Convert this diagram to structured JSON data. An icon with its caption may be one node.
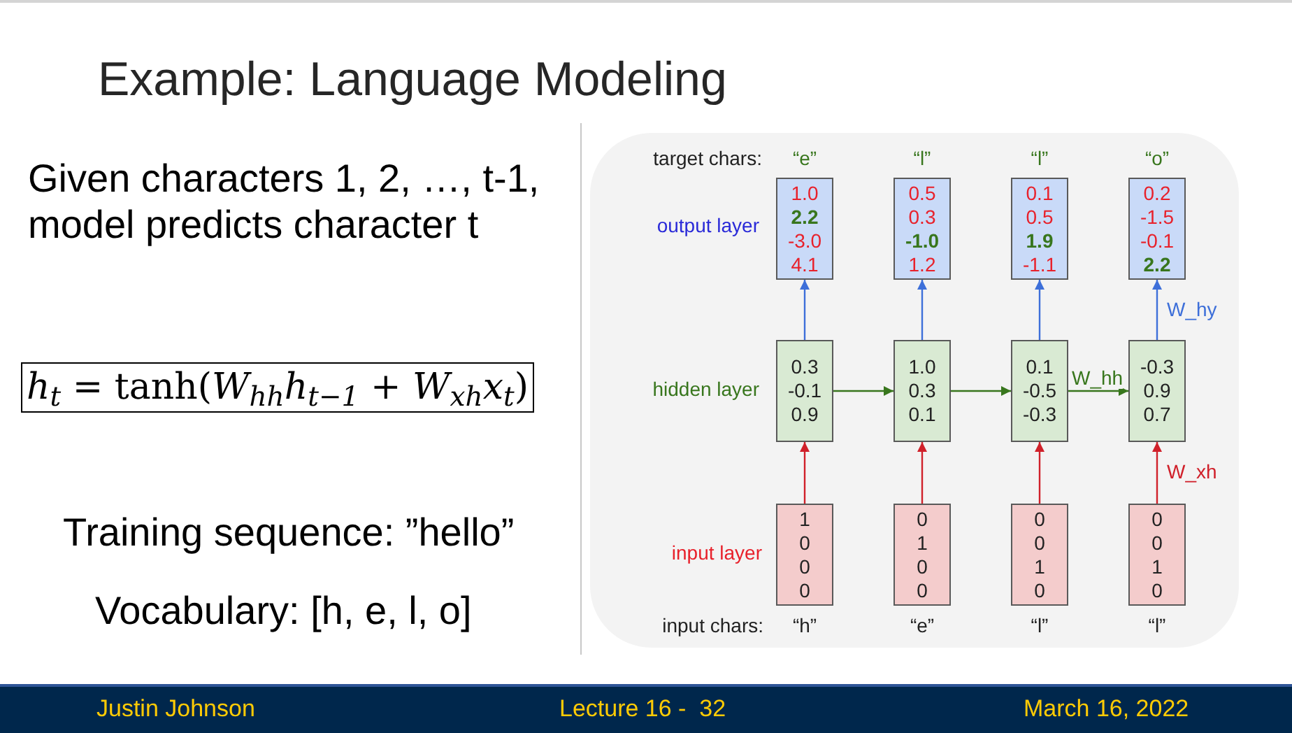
{
  "diagram": {
    "title": "Example: Language Modeling",
    "nodes": [
      {
        "text": [
          "*h*$_{t}$ = tanh(*W*$_{hh}$*h*$_{t−1}$ + *W*$_{xh}$*x*$_{t}$)"
        ]
      },
      {
        "text": [
          "target chars:",
          "output layer",
          "hidden layer",
          "input layer",
          "input chars:"
        ]
      },
      {
        "text": [
          "1.0 **2.2** -3.0 4.1"
        ],
        "in": 1,
        "beside": [
          "“e”"
        ]
      },
      {
        "text": [
          "0.5 0.3 **-1.0** 1.2"
        ],
        "in": 1,
        "beside": [
          "“l”"
        ]
      },
      {
        "text": [
          "0.1 0.5 **1.9** -1.1"
        ],
        "in": 1,
        "beside": [
          "“l”"
        ]
      },
      {
        "text": [
          "0.2 -1.5 -0.1 **2.2**"
        ],
        "in": 1,
        "beside": [
          "“o”"
        ]
      },
      {
        "text": [
          "0.3 -0.1 0.9"
        ],
        "in": 1
      },
      {
        "text": [
          "1.0 0.3 0.1"
        ],
        "in": 1
      },
      {
        "text": [
          "0.1 -0.5 -0.3"
        ],
        "in": 1
      },
      {
        "text": [
          "-0.3 0.9 0.7"
        ],
        "in": 1
      },
      {
        "text": [
          "1 0 0 0"
        ],
        "in": 1,
        "beside": [
          "“h”"
        ]
      },
      {
        "text": [
          "0 1 0 0"
        ],
        "in": 1,
        "beside": [
          "“e”"
        ]
      },
      {
        "text": [
          "0 0 1 0"
        ],
        "in": 1,
        "beside": [
          "“l”"
        ]
      },
      {
        "text": [
          "0 0 1 0"
        ],
        "in": 1,
        "beside": [
          "“l”"
        ]
      }
    ],
    "edges": [
      {
        "from": 6,
        "to": 2,
        "arrow": "to",
        "color": "#3d6fd9"
      },
      {
        "from": 7,
        "to": 3,
        "arrow": "to",
        "color": "#3d6fd9"
      },
      {
        "from": 8,
        "to": 4,
        "arrow": "to",
        "color": "#3d6fd9"
      },
      {
        "from": 9,
        "to": 5,
        "arrow": "to",
        "color": "#3d6fd9",
        "label": "W_hy"
      },
      {
        "from": 6,
        "to": 7,
        "arrow": "to",
        "color": "#38761d"
      },
      {
        "from": 7,
        "to": 8,
        "arrow": "to",
        "color": "#38761d"
      },
      {
        "from": 8,
        "to": 9,
        "arrow": "to",
        "color": "#38761d",
        "label": "W_hh"
      },
      {
        "from": 10,
        "to": 6,
        "arrow": "to",
        "color": "#d0202a"
      },
      {
        "from": 11,
        "to": 7,
        "arrow": "to",
        "color": "#d0202a"
      },
      {
        "from": 12,
        "to": 8,
        "arrow": "to",
        "color": "#d0202a"
      },
      {
        "from": 13,
        "to": 9,
        "arrow": "to",
        "color": "#d0202a",
        "label": "W_xh"
      }
    ],
    "labels": [
      "Given characters 1, 2, …, t-1, model predicts character t",
      "Training sequence: ”hello”",
      "Vocabulary: [h, e, l, o]",
      "Justin Johnson",
      "Lecture 16 -  32",
      "March 16, 2022"
    ]
  }
}
